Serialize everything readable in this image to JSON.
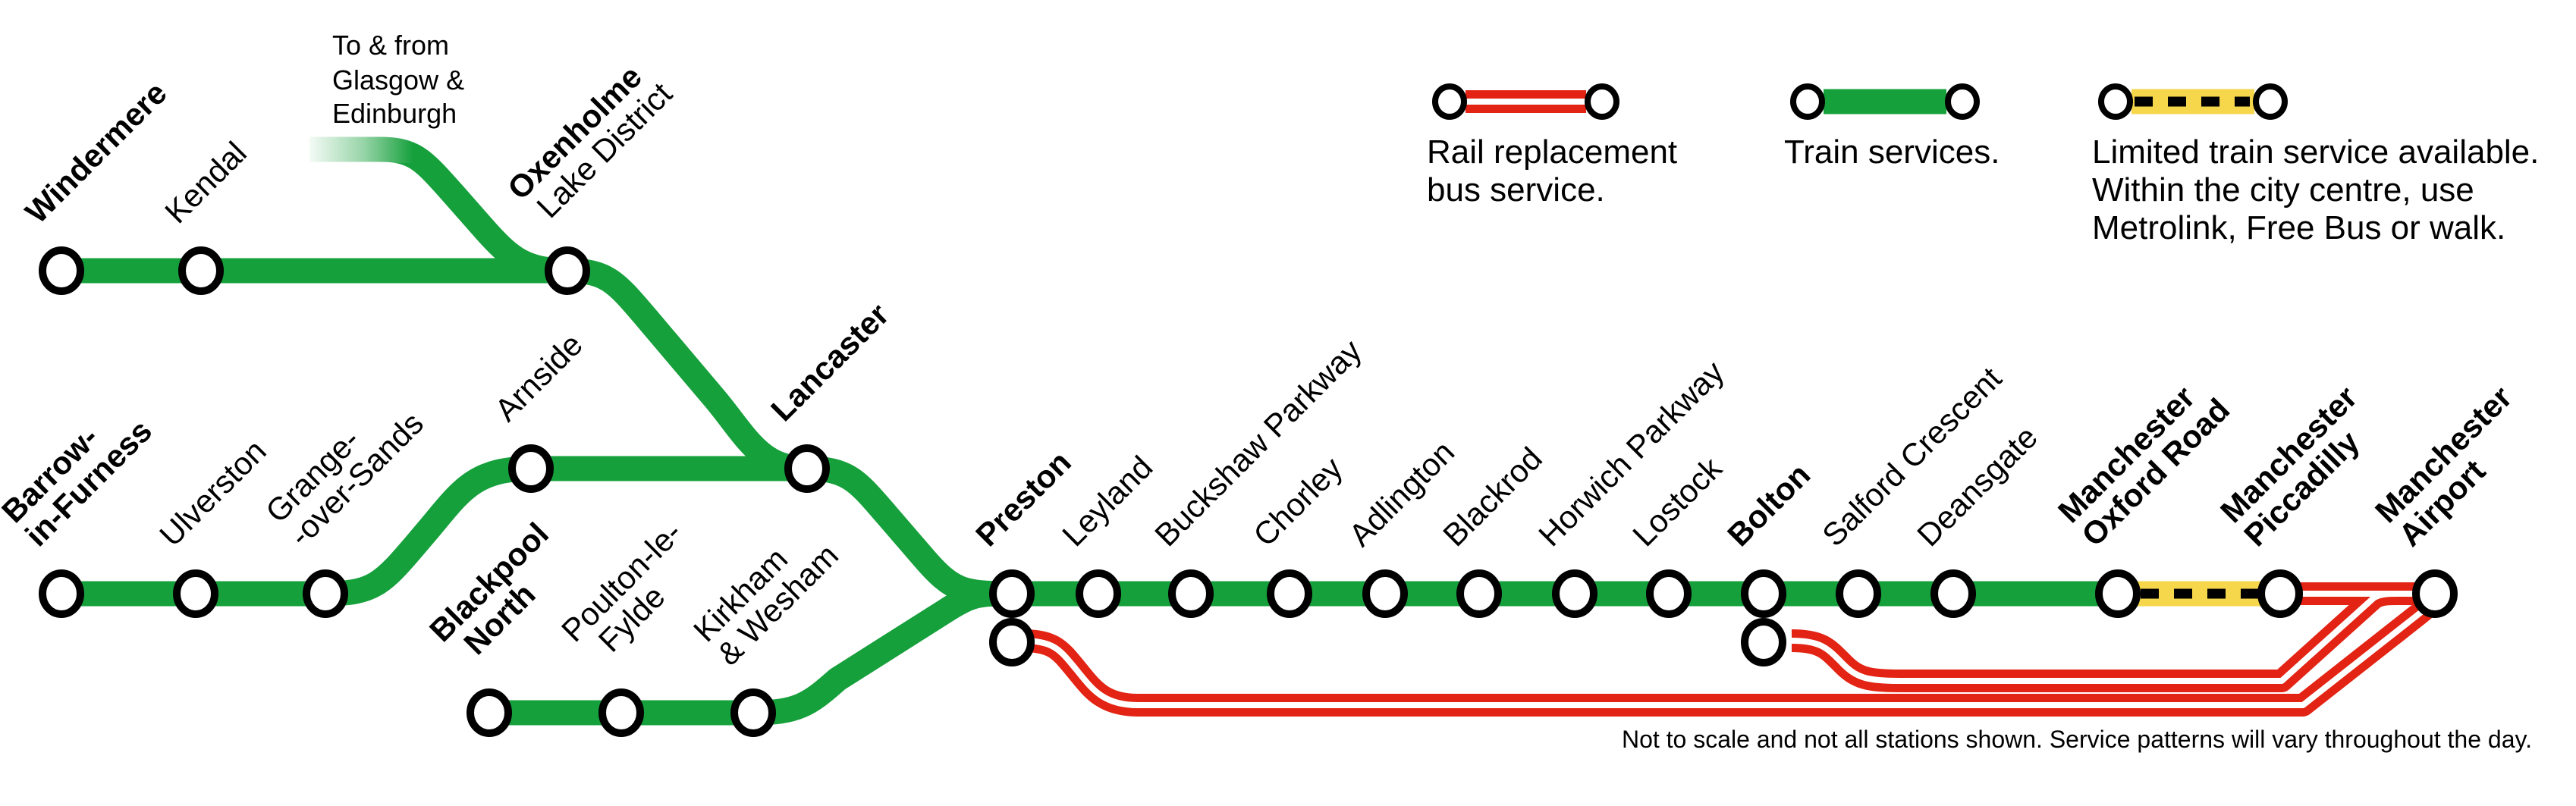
{
  "colors": {
    "train_green": "#16A03C",
    "bus_red": "#E32313",
    "limited_yellow": "#F6D64A",
    "marker_black": "#000000"
  },
  "legend": {
    "bus": {
      "lines": [
        "Rail replacement",
        "bus service."
      ]
    },
    "train": {
      "label": "Train services."
    },
    "limited": {
      "lines": [
        "Limited train service available.",
        "Within the city centre, use",
        "Metrolink, Free Bus or walk."
      ]
    }
  },
  "notes": {
    "corridor": {
      "lines": [
        "To & from",
        "Glasgow &",
        "Edinburgh"
      ]
    },
    "disclaimer": "Not to scale and not all stations shown. Service patterns will vary throughout the day."
  },
  "stations": {
    "windermere": {
      "lines": [
        "Windermere"
      ]
    },
    "kendal": {
      "lines": [
        "Kendal"
      ]
    },
    "oxenholme": {
      "lines": [
        "Oxenholme",
        "Lake District"
      ]
    },
    "barrow": {
      "lines": [
        "Barrow-",
        "in-Furness"
      ]
    },
    "ulverston": {
      "lines": [
        "Ulverston"
      ]
    },
    "grange": {
      "lines": [
        "Grange-",
        "-over-Sands"
      ]
    },
    "arnside": {
      "lines": [
        "Arnside"
      ]
    },
    "lancaster": {
      "lines": [
        "Lancaster"
      ]
    },
    "blackpool_north": {
      "lines": [
        "Blackpool",
        "North"
      ]
    },
    "poulton": {
      "lines": [
        "Poulton-le-",
        "Fylde"
      ]
    },
    "kirkham": {
      "lines": [
        "Kirkham",
        "& Wesham"
      ]
    },
    "preston": {
      "lines": [
        "Preston"
      ]
    },
    "leyland": {
      "lines": [
        "Leyland"
      ]
    },
    "buckshaw": {
      "lines": [
        "Buckshaw Parkway"
      ]
    },
    "chorley": {
      "lines": [
        "Chorley"
      ]
    },
    "adlington": {
      "lines": [
        "Adlington"
      ]
    },
    "blackrod": {
      "lines": [
        "Blackrod"
      ]
    },
    "horwich": {
      "lines": [
        "Horwich Parkway"
      ]
    },
    "lostock": {
      "lines": [
        "Lostock"
      ]
    },
    "bolton": {
      "lines": [
        "Bolton"
      ]
    },
    "salford_crescent": {
      "lines": [
        "Salford Crescent"
      ]
    },
    "deansgate": {
      "lines": [
        "Deansgate"
      ]
    },
    "manchester_oxford_road": {
      "lines": [
        "Manchester",
        "Oxford Road"
      ]
    },
    "manchester_piccadilly": {
      "lines": [
        "Manchester",
        "Piccadilly"
      ]
    },
    "manchester_airport": {
      "lines": [
        "Manchester",
        "Airport"
      ]
    }
  }
}
